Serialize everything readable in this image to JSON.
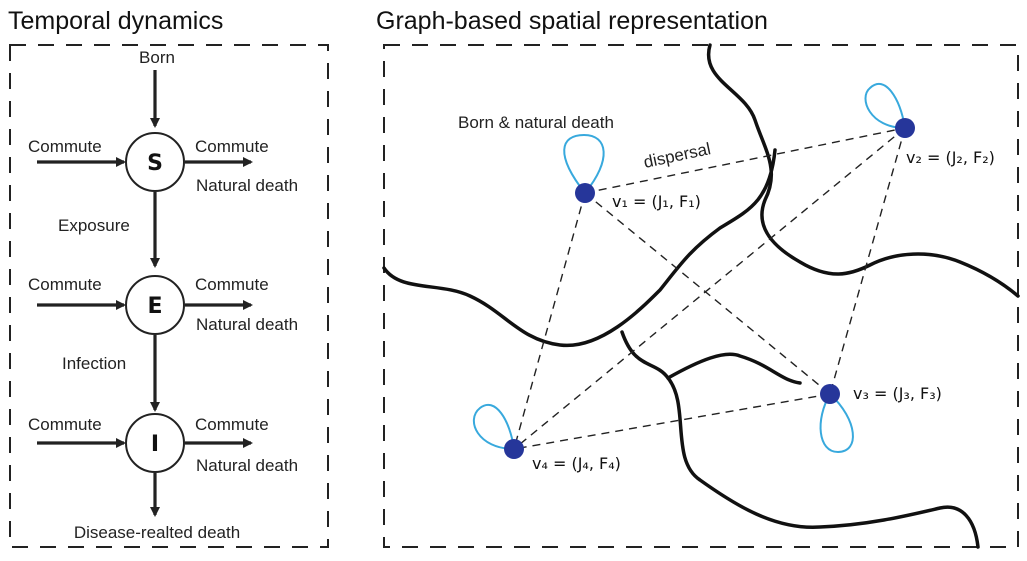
{
  "panels": {
    "left_title": "Temporal dynamics",
    "right_title": "Graph-based spatial representation"
  },
  "compartments": {
    "s": "S",
    "e": "E",
    "i": "I"
  },
  "flows": {
    "born": "Born",
    "commute": "Commute",
    "natural_death": "Natural death",
    "exposure": "Exposure",
    "infection": "Infection",
    "disease_death": "Disease-realted death"
  },
  "graph": {
    "born_death": "Born & natural death",
    "dispersal": "dispersal",
    "nodes": [
      {
        "label": "v₁ = (J₁, F₁)"
      },
      {
        "label": "v₂ = (J₂, F₂)"
      },
      {
        "label": "v₃ = (J₃, F₃)"
      },
      {
        "label": "v₄ = (J₄, F₄)"
      }
    ]
  },
  "colors": {
    "node_fill": "#26369a",
    "self_loop": "#38a9dd",
    "line": "#222222"
  }
}
